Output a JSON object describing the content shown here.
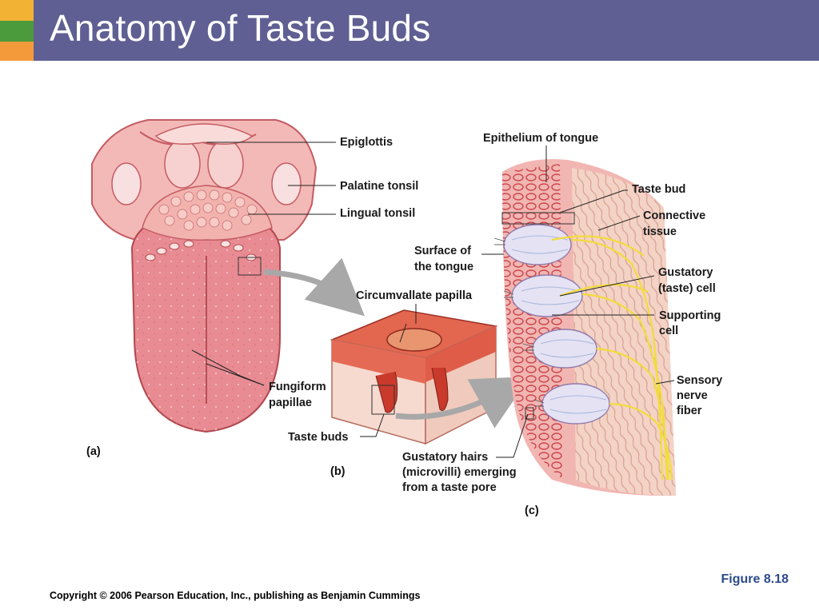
{
  "title": "Anatomy of Taste Buds",
  "figure_number": "Figure 8.18",
  "copyright": "Copyright © 2006 Pearson Education, Inc., publishing as Benjamin Cummings",
  "panels": {
    "a": "(a)",
    "b": "(b)",
    "c": "(c)"
  },
  "labels": {
    "epiglottis": "Epiglottis",
    "palatine_tonsil": "Palatine tonsil",
    "lingual_tonsil": "Lingual tonsil",
    "fungiform_1": "Fungiform",
    "fungiform_2": "papillae",
    "surface_1": "Surface of",
    "surface_2": "the tongue",
    "circumvallate": "Circumvallate papilla",
    "taste_buds": "Taste buds",
    "gustatory_hairs_1": "Gustatory hairs",
    "gustatory_hairs_2": "(microvilli) emerging",
    "gustatory_hairs_3": "from a taste pore",
    "epithelium": "Epithelium of tongue",
    "taste_bud": "Taste bud",
    "connective_1": "Connective",
    "connective_2": "tissue",
    "gustatory_cell_1": "Gustatory",
    "gustatory_cell_2": "(taste) cell",
    "supporting_1": "Supporting",
    "supporting_2": "cell",
    "sensory_1": "Sensory",
    "sensory_2": "nerve",
    "sensory_3": "fiber"
  },
  "colors": {
    "title_bar": "#5f5f93",
    "accent_yellow": "#f2b233",
    "accent_green": "#4b9a3c",
    "accent_orange": "#f49a3a",
    "figure_number": "#2d4b8c",
    "tongue": "#e88b92",
    "nerve": "#f2dc3c"
  }
}
